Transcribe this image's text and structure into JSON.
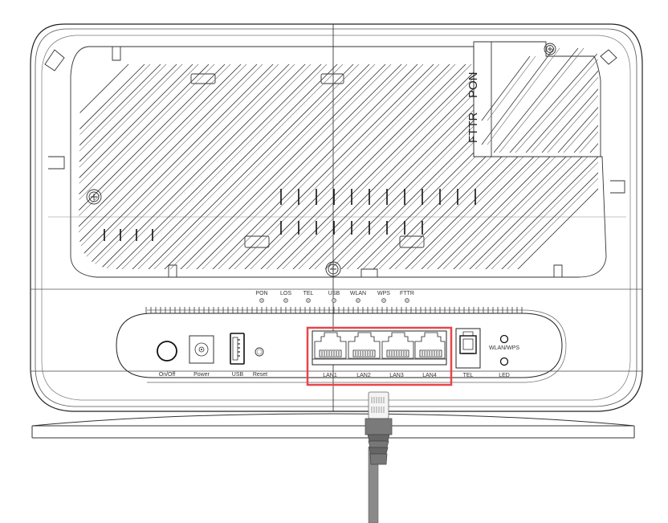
{
  "diagram": {
    "subject": "Router rear panel with Ethernet cable",
    "highlight_color": "#e8454a",
    "side_labels": {
      "pon": "PON",
      "fttr": "FTTR"
    },
    "indicators": [
      {
        "label": "PON"
      },
      {
        "label": "LOS"
      },
      {
        "label": "TEL"
      },
      {
        "label": "USB"
      },
      {
        "label": "WLAN"
      },
      {
        "label": "WPS"
      },
      {
        "label": "FTTR"
      }
    ],
    "ports": {
      "onoff": "On/Off",
      "power": "Power",
      "usb": "USB",
      "reset": "Reset",
      "lan": [
        "LAN1",
        "LAN2",
        "LAN3",
        "LAN4"
      ],
      "tel": "TEL",
      "wlan_wps": "WLAN/WPS",
      "led": "LED"
    },
    "cable": {
      "type": "ethernet-rj45",
      "color": "#8a8a8a"
    }
  }
}
